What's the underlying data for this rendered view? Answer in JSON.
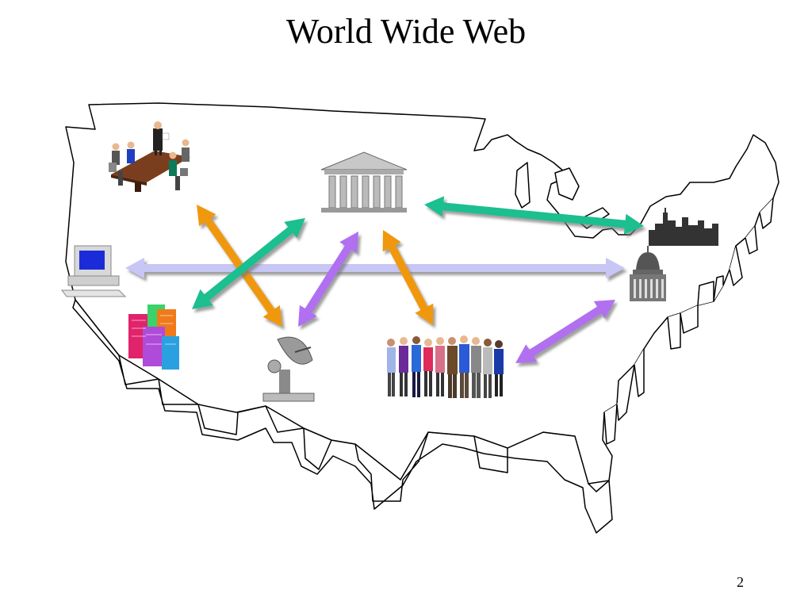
{
  "slide": {
    "title": "World Wide Web",
    "page_number": "2"
  },
  "diagram": {
    "nodes": [
      {
        "id": "meeting",
        "icon": "boardroom-meeting-icon"
      },
      {
        "id": "government",
        "icon": "government-building-icon"
      },
      {
        "id": "city",
        "icon": "city-skyline-icon"
      },
      {
        "id": "capitol",
        "icon": "capitol-dome-icon"
      },
      {
        "id": "computer",
        "icon": "desktop-computer-icon"
      },
      {
        "id": "buildings",
        "icon": "office-buildings-icon"
      },
      {
        "id": "satellite",
        "icon": "satellite-dish-icon"
      },
      {
        "id": "people",
        "icon": "group-of-people-icon"
      }
    ],
    "connections": [
      {
        "from": "government",
        "to": "city",
        "color": "#1fbf8f"
      },
      {
        "from": "computer",
        "to": "capitol",
        "color": "#c8c6f5"
      },
      {
        "from": "meeting",
        "to": "satellite",
        "color": "#f0980c"
      },
      {
        "from": "government",
        "to": "buildings",
        "color": "#1fbf8f"
      },
      {
        "from": "government",
        "to": "satellite",
        "color": "#b070f0"
      },
      {
        "from": "government",
        "to": "people",
        "color": "#f0980c"
      },
      {
        "from": "capitol",
        "to": "people",
        "color": "#b070f0"
      }
    ]
  }
}
